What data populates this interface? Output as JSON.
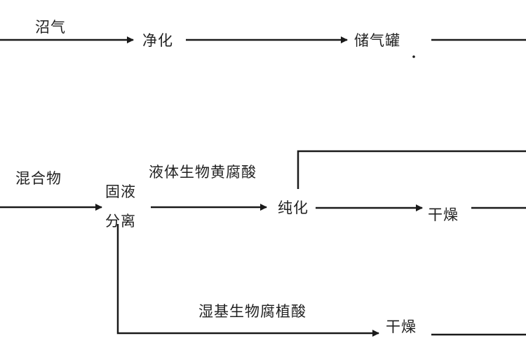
{
  "row1": {
    "edge_label": "沼气",
    "step1": "净化",
    "step2": "储气罐"
  },
  "row2": {
    "edge_label_in": "混合物",
    "separation_line1": "固液",
    "separation_line2": "分离",
    "edge_label_liquid": "液体生物黄腐酸",
    "purify": "纯化",
    "dry": "干燥"
  },
  "row3": {
    "edge_label_solid": "湿基生物腐植酸",
    "dry": "干燥"
  },
  "colors": {
    "line": "#1a1a1a",
    "text": "#222222"
  }
}
